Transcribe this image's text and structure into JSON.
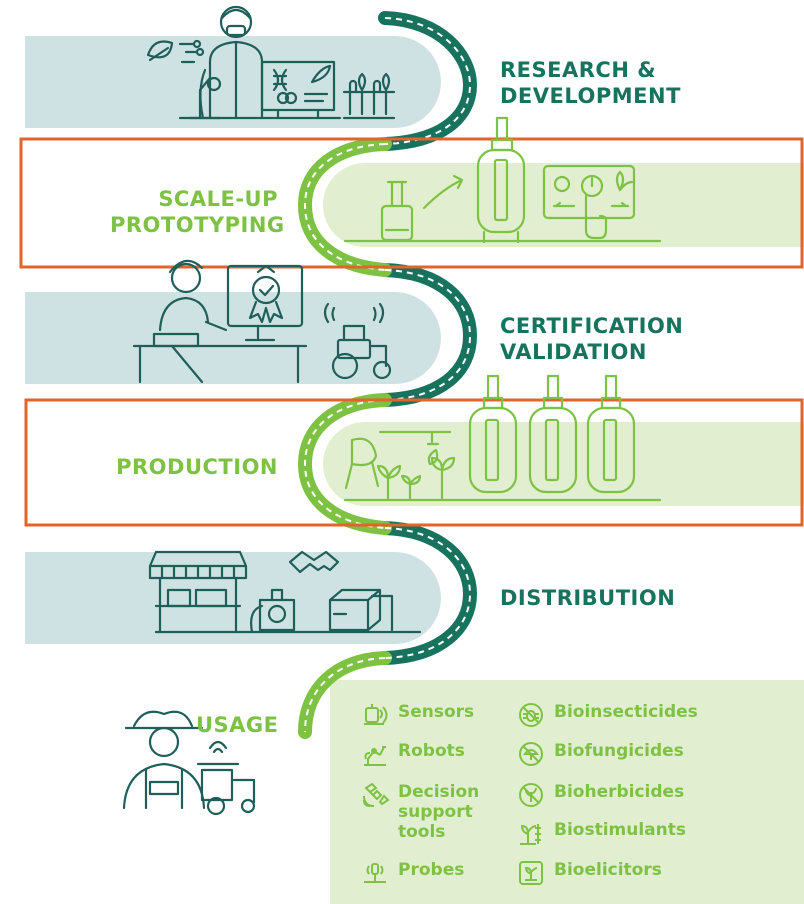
{
  "stages": [
    {
      "id": "research",
      "label_line1": "RESEARCH &",
      "label_line2": "DEVELOPMENT"
    },
    {
      "id": "scaleup",
      "label_line1": "SCALE-UP",
      "label_line2": "PROTOTYPING"
    },
    {
      "id": "certification",
      "label_line1": "CERTIFICATION",
      "label_line2": "VALIDATION"
    },
    {
      "id": "production",
      "label_line1": "PRODUCTION"
    },
    {
      "id": "distribution",
      "label_line1": "DISTRIBUTION"
    },
    {
      "id": "usage",
      "label_line1": "USAGE"
    }
  ],
  "usage_items": {
    "left": [
      {
        "icon": "sensor-icon",
        "label": "Sensors"
      },
      {
        "icon": "robot-icon",
        "label": "Robots"
      },
      {
        "icon": "satellite-icon",
        "label": "Decision\nsupport\ntools"
      },
      {
        "icon": "probe-icon",
        "label": "Probes"
      }
    ],
    "right": [
      {
        "icon": "bug-icon",
        "label": "Bioinsecticides"
      },
      {
        "icon": "fungus-icon",
        "label": "Biofungicides"
      },
      {
        "icon": "weed-icon",
        "label": "Bioherbicides"
      },
      {
        "icon": "plant-icon",
        "label": "Biostimulants"
      },
      {
        "icon": "seedling-box-icon",
        "label": "Bioelicitors"
      }
    ]
  },
  "colors": {
    "blue_band": "#cfe2e3",
    "green_band": "#e1eecf",
    "dark_teal": "#17735e",
    "light_green": "#7ec244",
    "icon_line": "#1f5f5a",
    "highlight_box": "#e2642a"
  }
}
